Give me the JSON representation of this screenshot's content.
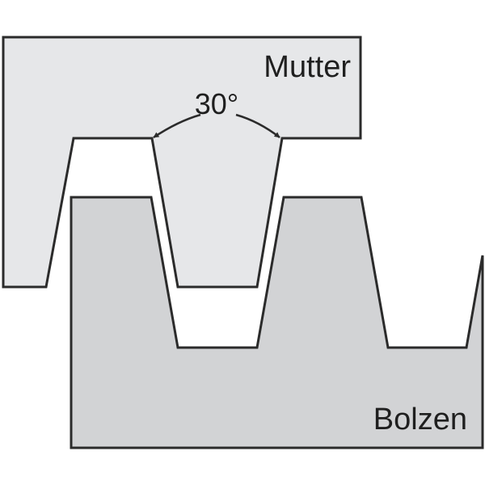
{
  "labels": {
    "nut": "Mutter",
    "bolt": "Bolzen",
    "angle": "30°"
  },
  "colors": {
    "nut_fill": "#e6e7e9",
    "bolt_fill": "#d2d3d5",
    "outline": "#2b2b2b",
    "background": "#ffffff"
  }
}
